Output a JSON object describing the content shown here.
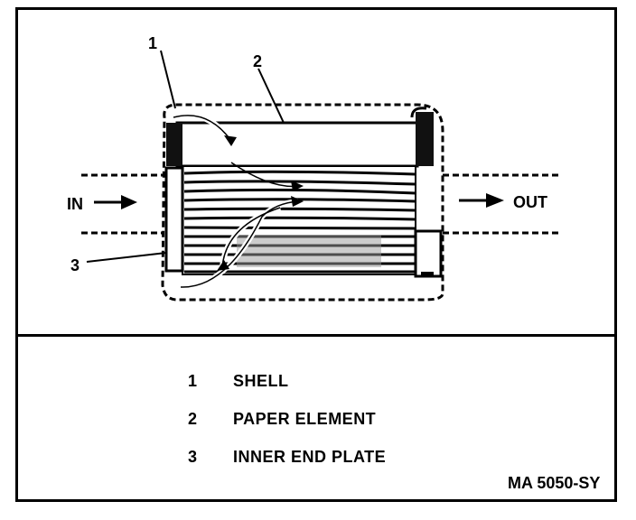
{
  "diagram": {
    "in_label": "IN",
    "out_label": "OUT",
    "callouts": [
      "1",
      "2",
      "3"
    ]
  },
  "legend": [
    {
      "num": "1",
      "label": "SHELL"
    },
    {
      "num": "2",
      "label": "PAPER ELEMENT"
    },
    {
      "num": "3",
      "label": "INNER END PLATE"
    }
  ],
  "figure_code": "MA 5050-SY"
}
